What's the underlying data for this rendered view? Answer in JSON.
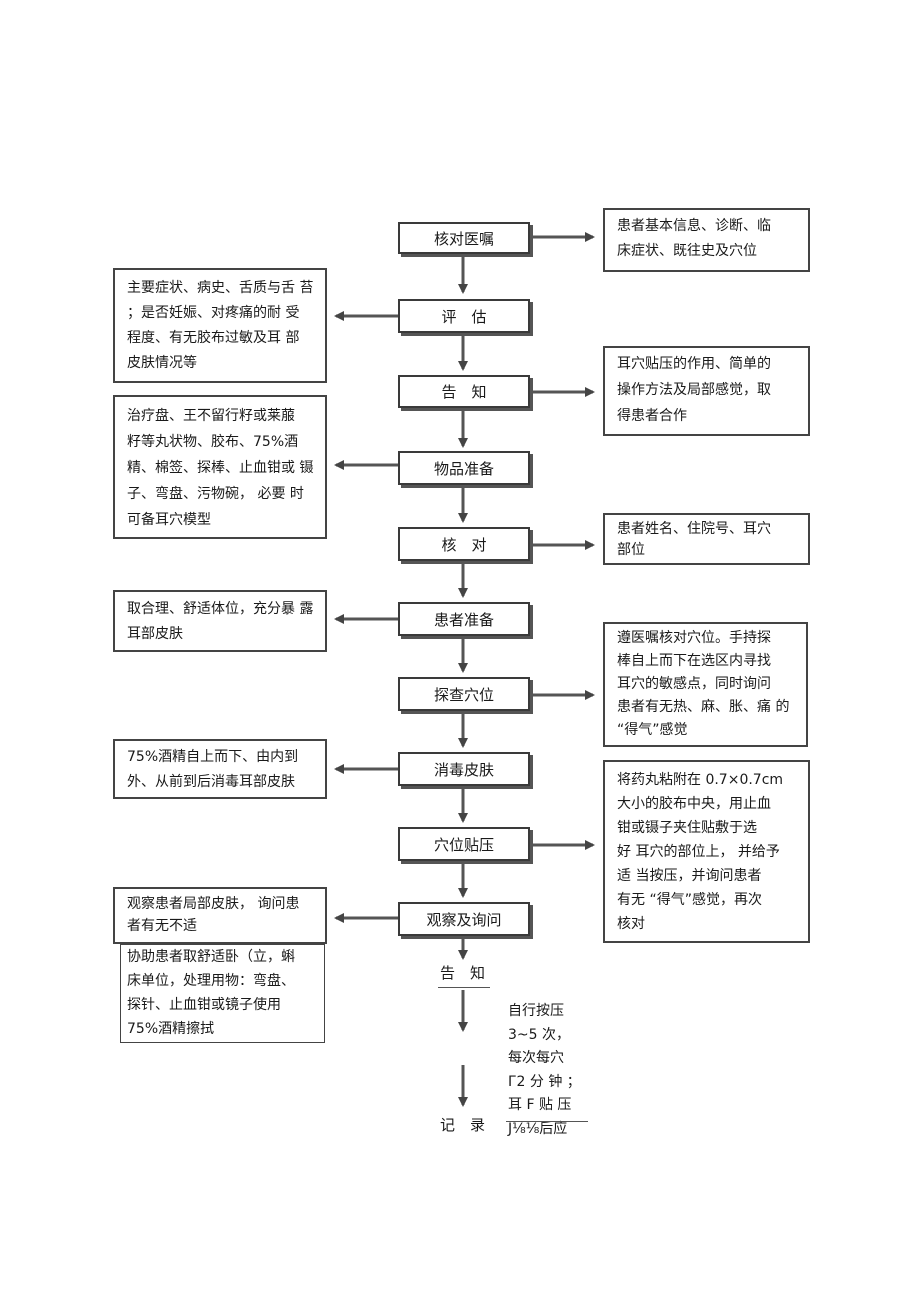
{
  "steps": {
    "s1": "核对医嘱",
    "s2": "评　估",
    "s3": "告　知",
    "s4": "物品准备",
    "s5": "核　对",
    "s6": "患者准备",
    "s7": "探查穴位",
    "s8": "消毒皮肤",
    "s9": "穴位贴压",
    "s10": "观察及询问",
    "s11": "告　知",
    "s12": "记　录"
  },
  "notes": {
    "n1": [
      "患者基本信息、诊断、临",
      "床症状、既往史及穴位"
    ],
    "n2": [
      "主要症状、病史、舌质与舌 苔",
      "；是否妊娠、对疼痛的耐 受",
      "程度、有无胶布过敏及耳 部",
      "皮肤情况等"
    ],
    "n3": [
      "耳穴贴压的作用、简单的",
      "操作方法及局部感觉，取",
      "得患者合作"
    ],
    "n4": [
      "治疗盘、王不留行籽或莱菔",
      "籽等丸状物、胶布、75%酒",
      "精、棉签、探棒、止血钳或 镊",
      "子、弯盘、污物碗， 必要 时",
      "可备耳穴模型"
    ],
    "n5": [
      "患者姓名、住院号、耳穴",
      "部位"
    ],
    "n6": [
      "取合理、舒适体位，充分暴 露",
      "耳部皮肤"
    ],
    "n7": [
      "遵医嘱核对穴位。手持探",
      "棒自上而下在选区内寻找",
      "耳穴的敏感点，同时询问",
      "患者有无热、麻、胀、痛 的",
      "“得气”感觉"
    ],
    "n8": [
      "75%酒精自上而下、由内到",
      "外、从前到后消毒耳部皮肤"
    ],
    "n9": [
      "将药丸粘附在 0.7×0.7cm",
      "大小的胶布中央，用止血",
      "钳或镊子夹住贴敷于选",
      "好 耳穴的部位上， 并给予",
      "适 当按压，并询问患者",
      "有无 “得气”感觉，再次",
      "核对"
    ],
    "n10": [
      "观察患者局部皮肤， 询问患",
      "者有无不适"
    ],
    "n11": [
      "协助患者取舒适卧（立，蝌",
      "床单位，处理用物：弯盘、",
      "探针、止血钳或镜子使用",
      "75%酒精擦拭"
    ],
    "n12": [
      "自行按压",
      "3~5 次，",
      "每次每穴",
      "Г2 分 钟 ；",
      "耳 F 贴 压",
      "J⅛⅛后应"
    ]
  }
}
